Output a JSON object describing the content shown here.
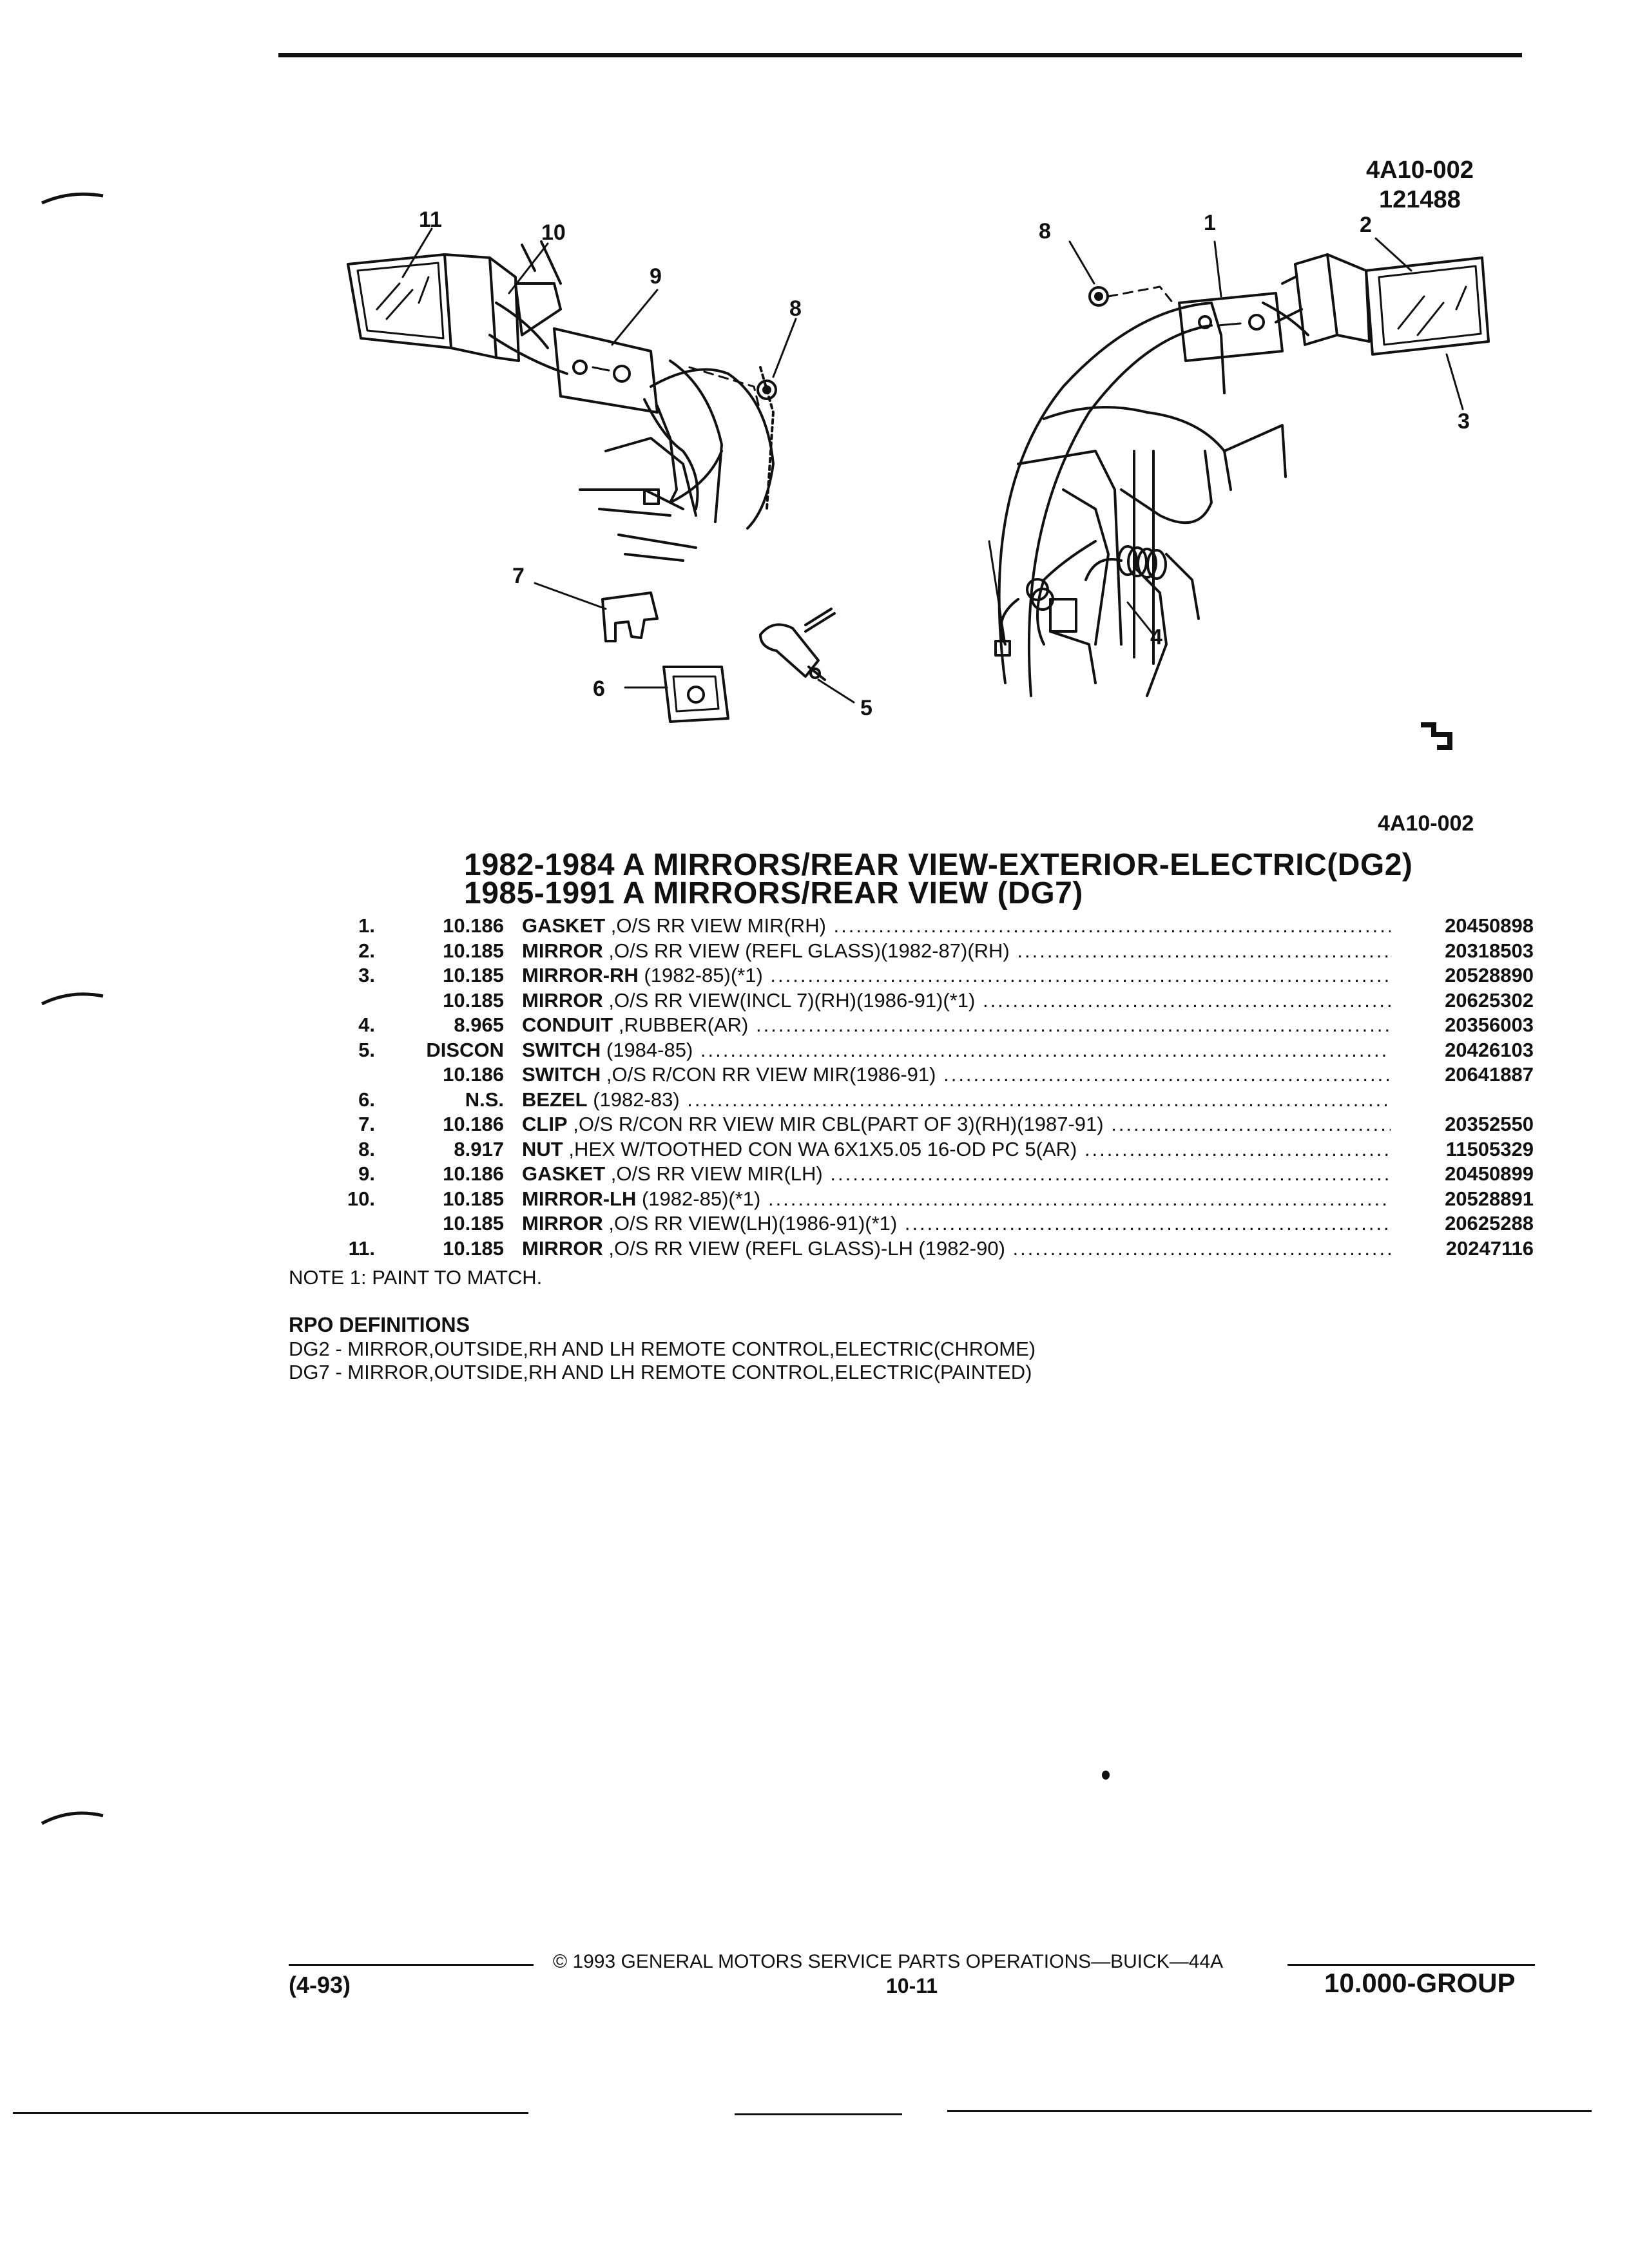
{
  "figure": {
    "ref_top": "4A10-002",
    "ref_date": "121488",
    "ref_bottom": "4A10-002",
    "callouts": [
      "11",
      "10",
      "9",
      "8",
      "7",
      "6",
      "5",
      "8",
      "1",
      "2",
      "3",
      "4"
    ]
  },
  "titles": {
    "line1": "1982-1984 A MIRRORS/REAR VIEW-EXTERIOR-ELECTRIC(DG2)",
    "line2": "1985-1991 A MIRRORS/REAR VIEW (DG7)"
  },
  "parts": [
    {
      "num": "1.",
      "code": "10.186",
      "name": "GASKET",
      "rest": " ,O/S RR VIEW MIR(RH)",
      "pn": "20450898"
    },
    {
      "num": "2.",
      "code": "10.185",
      "name": "MIRROR",
      "rest": " ,O/S RR VIEW (REFL GLASS)(1982-87)(RH)",
      "pn": "20318503"
    },
    {
      "num": "3.",
      "code": "10.185",
      "name": "MIRROR-RH",
      "rest": " (1982-85)(*1)",
      "pn": "20528890"
    },
    {
      "num": "",
      "code": "10.185",
      "name": "MIRROR",
      "rest": " ,O/S RR VIEW(INCL 7)(RH)(1986-91)(*1)",
      "pn": "20625302"
    },
    {
      "num": "4.",
      "code": "8.965",
      "name": "CONDUIT",
      "rest": " ,RUBBER(AR)",
      "pn": "20356003"
    },
    {
      "num": "5.",
      "code": "DISCON",
      "name": "SWITCH",
      "rest": " (1984-85)",
      "pn": "20426103"
    },
    {
      "num": "",
      "code": "10.186",
      "name": "SWITCH",
      "rest": " ,O/S R/CON RR VIEW MIR(1986-91)",
      "pn": "20641887"
    },
    {
      "num": "6.",
      "code": "N.S.",
      "name": "BEZEL",
      "rest": " (1982-83)",
      "pn": ""
    },
    {
      "num": "7.",
      "code": "10.186",
      "name": "CLIP",
      "rest": " ,O/S R/CON RR VIEW MIR CBL(PART OF 3)(RH)(1987-91)",
      "pn": "20352550"
    },
    {
      "num": "8.",
      "code": "8.917",
      "name": "NUT",
      "rest": " ,HEX W/TOOTHED CON WA 6X1X5.05 16-OD PC 5(AR)",
      "pn": "11505329"
    },
    {
      "num": "9.",
      "code": "10.186",
      "name": "GASKET",
      "rest": " ,O/S RR VIEW MIR(LH)",
      "pn": "20450899"
    },
    {
      "num": "10.",
      "code": "10.185",
      "name": "MIRROR-LH",
      "rest": " (1982-85)(*1)",
      "pn": "20528891"
    },
    {
      "num": "",
      "code": "10.185",
      "name": "MIRROR",
      "rest": " ,O/S RR VIEW(LH)(1986-91)(*1)",
      "pn": "20625288"
    },
    {
      "num": "11.",
      "code": "10.185",
      "name": "MIRROR",
      "rest": " ,O/S RR VIEW (REFL GLASS)-LH (1982-90)",
      "pn": "20247116"
    }
  ],
  "note": "NOTE  1:  PAINT TO MATCH.",
  "rpo": {
    "title": "RPO DEFINITIONS",
    "lines": [
      "DG2 - MIRROR,OUTSIDE,RH AND LH REMOTE CONTROL,ELECTRIC(CHROME)",
      "DG7 - MIRROR,OUTSIDE,RH AND LH REMOTE CONTROL,ELECTRIC(PAINTED)"
    ]
  },
  "footer": {
    "copyright": "© 1993  GENERAL MOTORS SERVICE PARTS OPERATIONS—BUICK—44A",
    "date_code": "(4-93)",
    "page": "10-11",
    "group": "10.000-GROUP"
  }
}
